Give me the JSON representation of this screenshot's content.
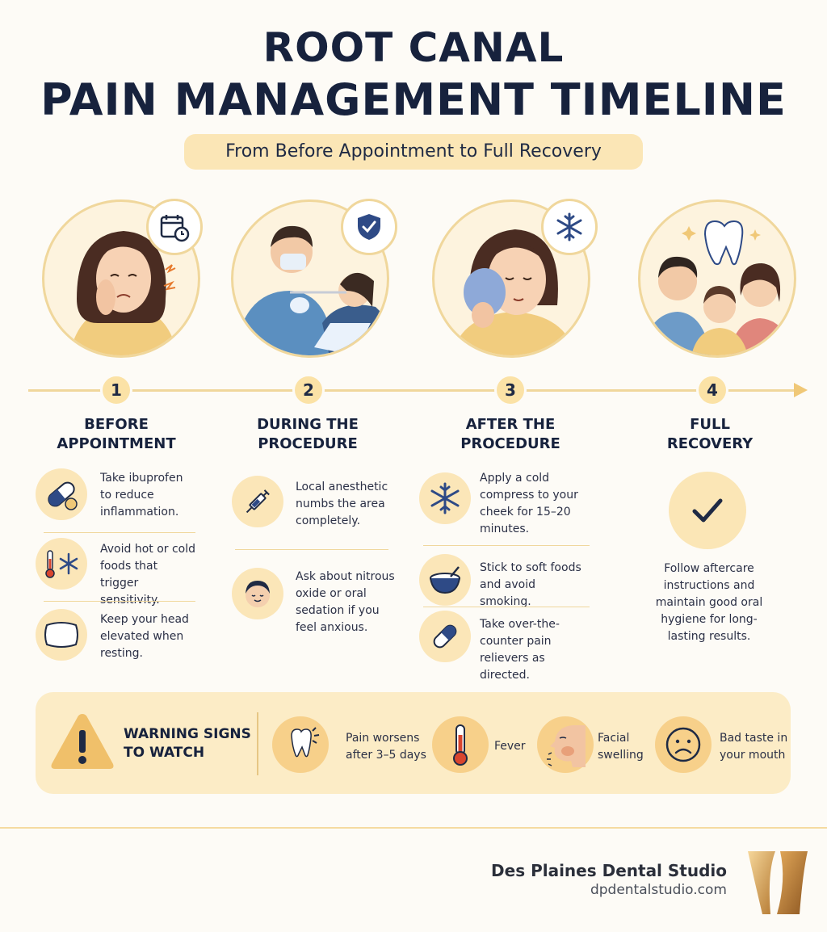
{
  "header": {
    "title_line1": "ROOT CANAL",
    "title_line2": "PAIN MANAGEMENT TIMELINE",
    "subtitle": "From Before Appointment to Full Recovery"
  },
  "colors": {
    "navy": "#1f2a44",
    "gold": "#f0d79c",
    "cream": "#fdf3de",
    "accent": "#f7d08a"
  },
  "steps": [
    {
      "number": "1",
      "title_line1": "BEFORE",
      "title_line2": "APPOINTMENT",
      "badge_icon": "calendar-clock-icon",
      "items": [
        {
          "icon": "pill-icon",
          "text": "Take ibuprofen to reduce inflammation."
        },
        {
          "icon": "thermometer-snowflake-icon",
          "text": "Avoid hot or cold foods that trigger sensitivity."
        },
        {
          "icon": "pillow-icon",
          "text": "Keep your head elevated when resting."
        }
      ]
    },
    {
      "number": "2",
      "title_line1": "DURING THE",
      "title_line2": "PROCEDURE",
      "badge_icon": "shield-check-icon",
      "items": [
        {
          "icon": "syringe-icon",
          "text": "Local anesthetic numbs the area completely."
        },
        {
          "icon": "calm-face-icon",
          "text": "Ask about nitrous oxide or oral sedation if you feel anxious."
        }
      ]
    },
    {
      "number": "3",
      "title_line1": "AFTER THE",
      "title_line2": "PROCEDURE",
      "badge_icon": "snowflake-icon",
      "items": [
        {
          "icon": "snowflake-icon",
          "text": "Apply a cold compress to your cheek for 15–20 minutes."
        },
        {
          "icon": "bowl-icon",
          "text": "Stick to soft foods and avoid smoking."
        },
        {
          "icon": "capsule-icon",
          "text": "Take over-the-counter pain relievers as directed."
        }
      ]
    },
    {
      "number": "4",
      "title_line1": "FULL",
      "title_line2": "RECOVERY",
      "badge_icon": "tooth-sparkle-icon",
      "items": [
        {
          "icon": "checkmark-icon",
          "text": "Follow aftercare instructions and maintain good oral hygiene for long-lasting results."
        }
      ]
    }
  ],
  "warning": {
    "title_line1": "WARNING SIGNS",
    "title_line2": "TO WATCH",
    "signs": [
      {
        "icon": "painful-tooth-icon",
        "line1": "Pain worsens",
        "line2": "after 3–5 days"
      },
      {
        "icon": "thermometer-icon",
        "line1": "Fever",
        "line2": ""
      },
      {
        "icon": "swollen-face-icon",
        "line1": "Facial",
        "line2": "swelling"
      },
      {
        "icon": "sad-face-icon",
        "line1": "Bad taste in",
        "line2": "your mouth"
      }
    ]
  },
  "footer": {
    "brand": "Des Plaines Dental Studio",
    "url": "dpdentalstudio.com"
  }
}
